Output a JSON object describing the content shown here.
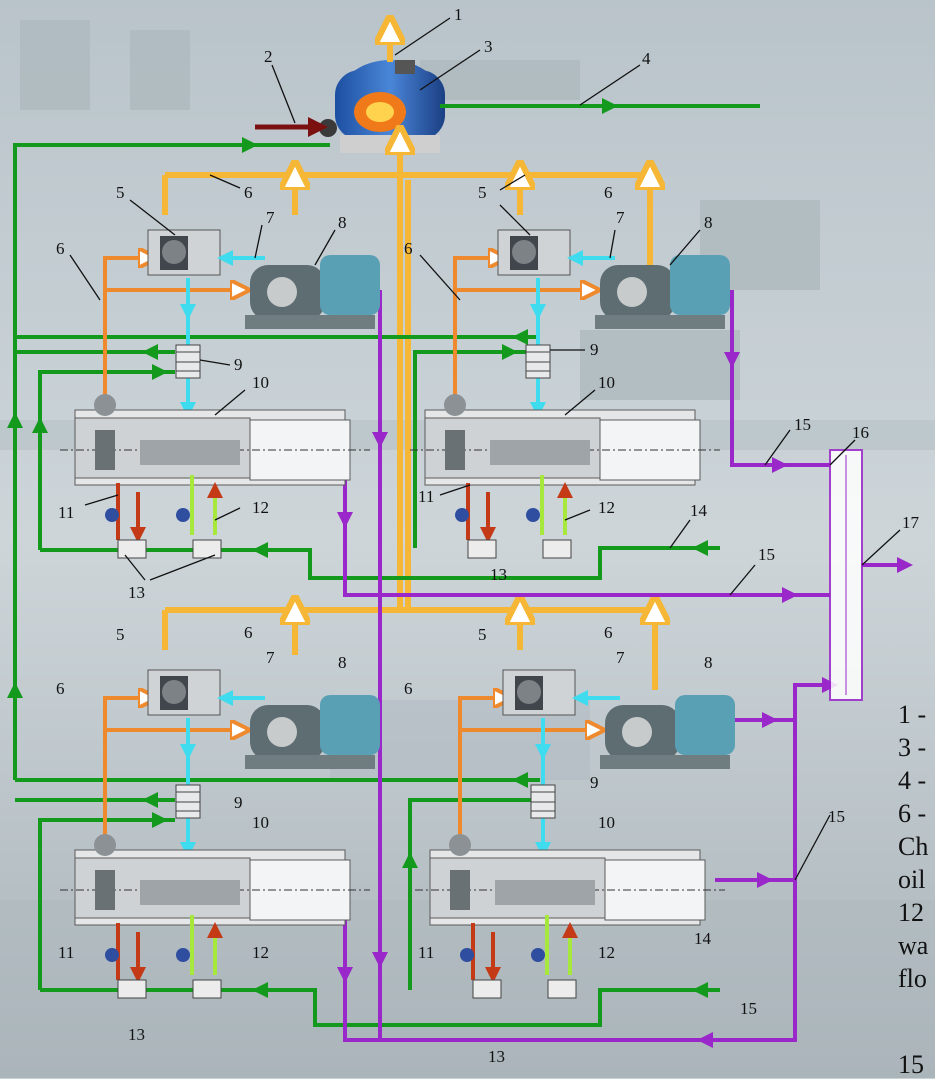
{
  "legend_lines": [
    "1 -",
    "3 -",
    "4 -",
    "6 -",
    "Ch",
    "oil",
    "12",
    "wa",
    "flo",
    "15"
  ],
  "colors": {
    "exhaust": "#f5b735",
    "exhaust_branch": "#ee8a2d",
    "water_green": "#139a1d",
    "purple": "#9a27c9",
    "cyan": "#3fdcf0",
    "red": "#c43a17",
    "lime": "#a6e83c",
    "inlet": "#7a1010"
  },
  "callouts": {
    "top": [
      "1",
      "2",
      "3",
      "4"
    ],
    "units": [
      "5",
      "6",
      "7",
      "8",
      "9",
      "10",
      "11",
      "12",
      "13"
    ],
    "right": [
      "14",
      "15",
      "16",
      "17"
    ]
  }
}
